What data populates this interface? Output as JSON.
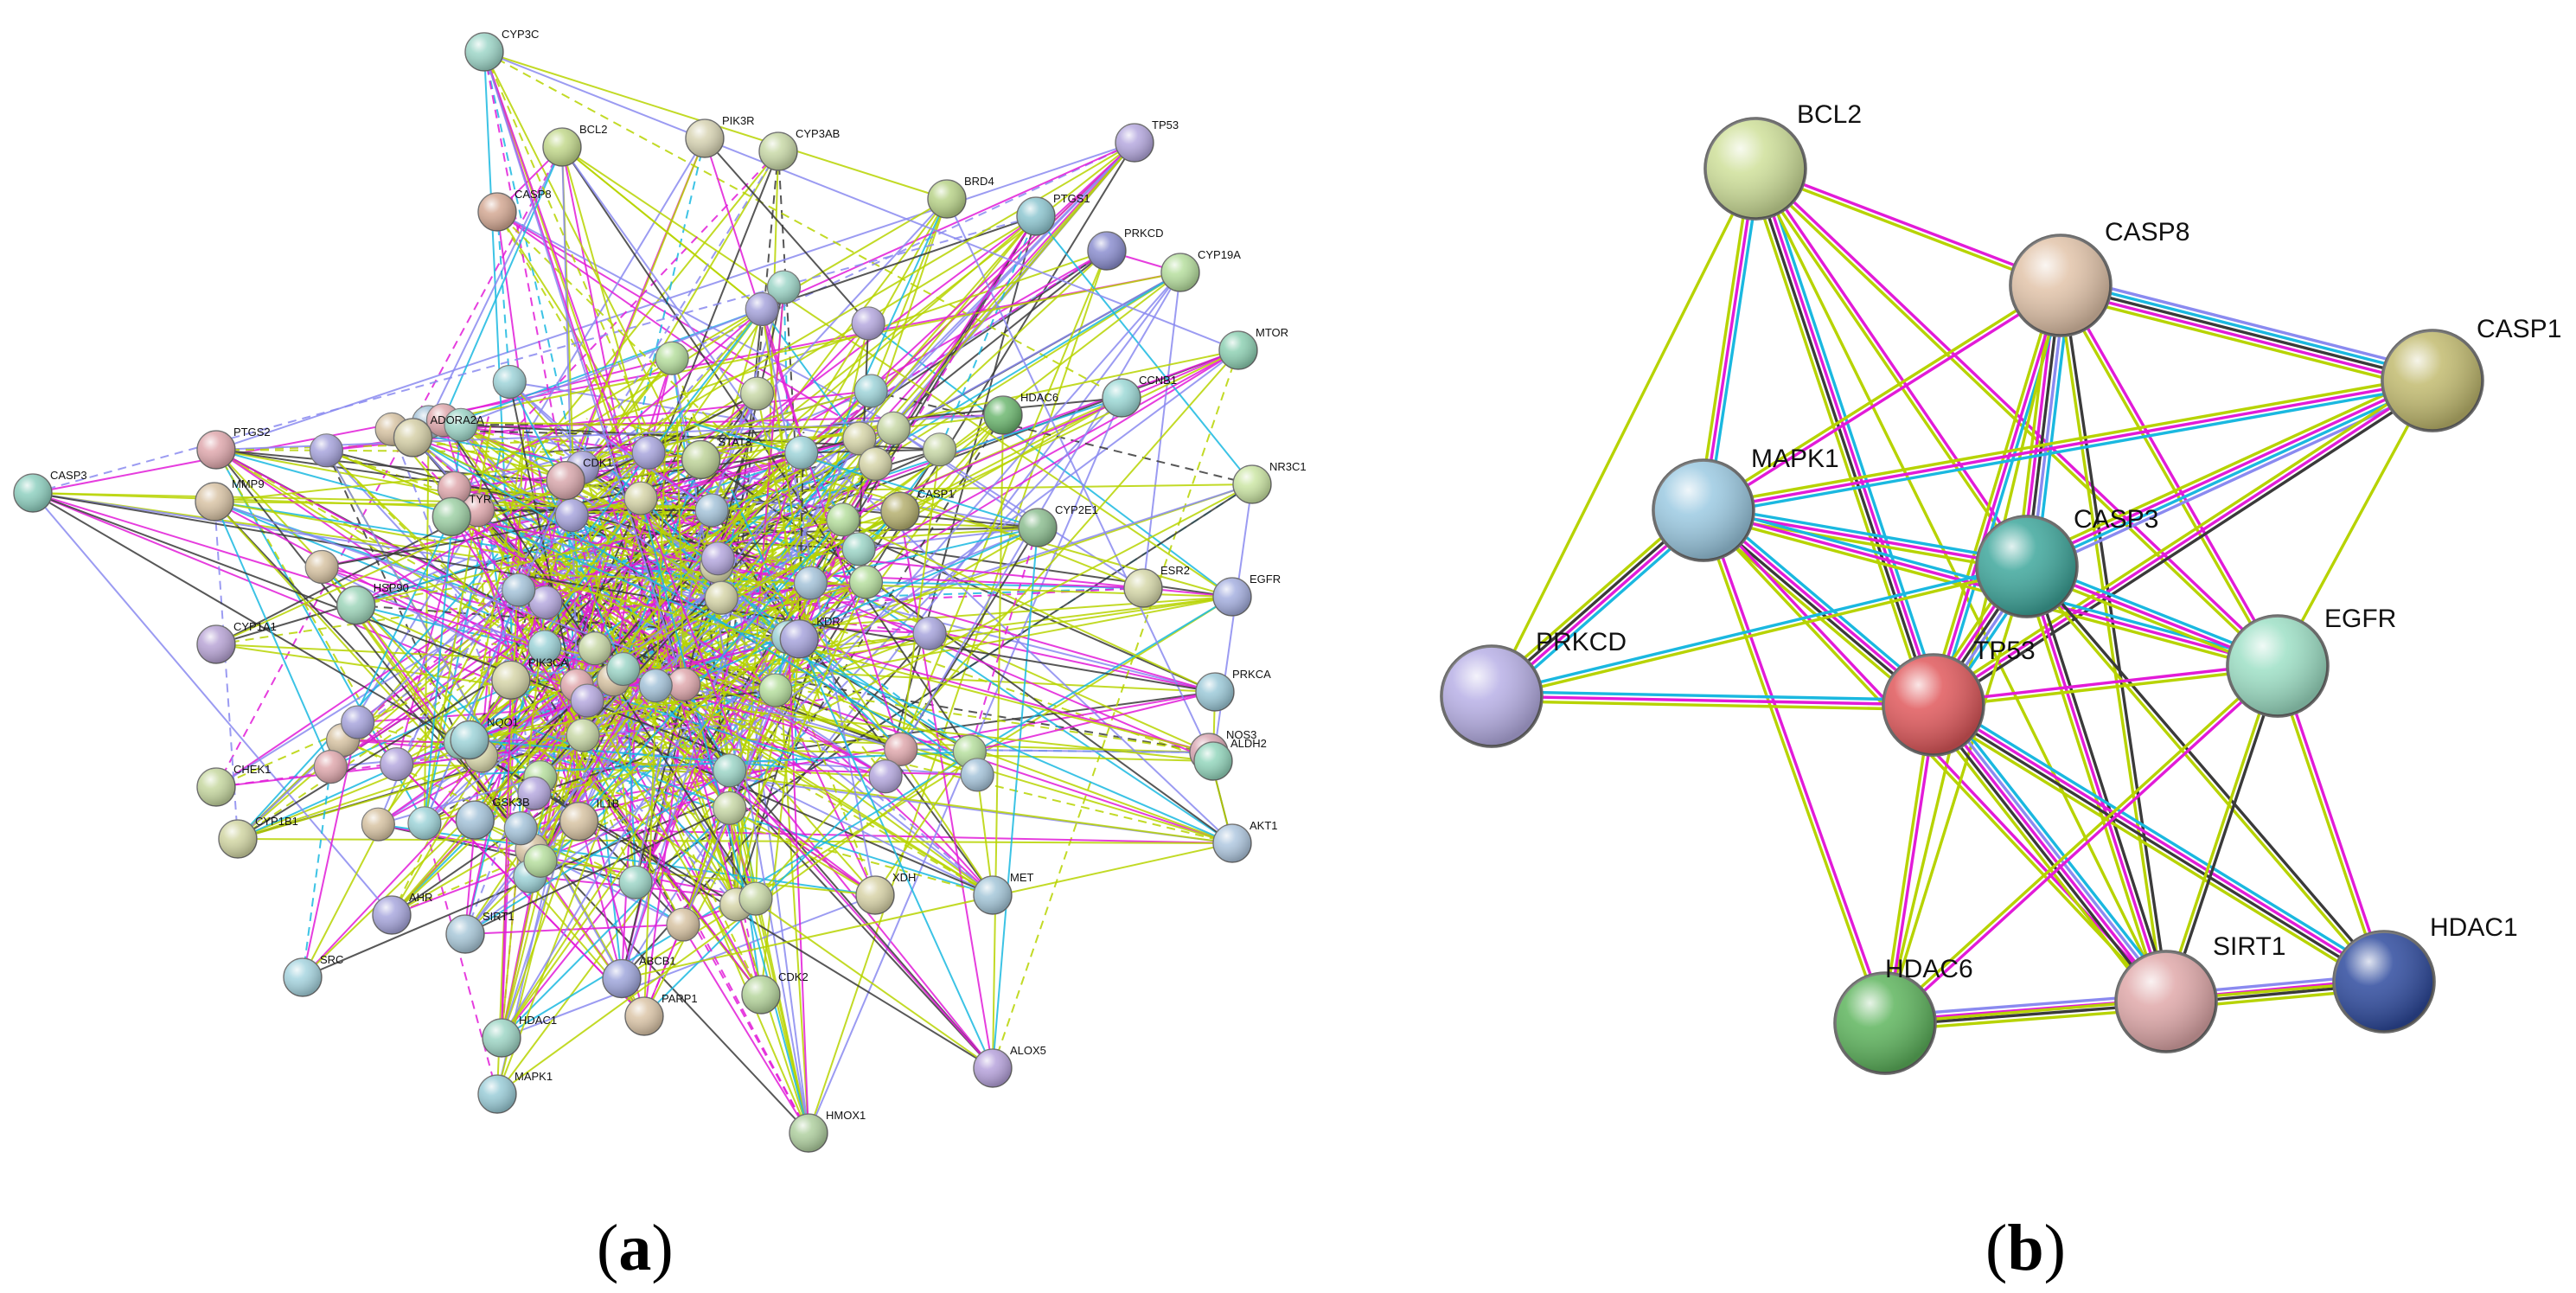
{
  "panel_a": {
    "caption": {
      "open": "(",
      "letter": "a",
      "close": ")"
    },
    "nodes": [
      {
        "label": "CYP3C",
        "color": "#9ed6c8"
      },
      {
        "label": "PIK3R",
        "color": "#d8d4b4"
      },
      {
        "label": "CYP3AB",
        "color": "#c9d9a8"
      },
      {
        "label": "TP53",
        "color": "#b6a9df"
      },
      {
        "label": "BRD4",
        "color": "#b9d38a"
      },
      {
        "label": "PTGS1",
        "color": "#8fc7d1"
      },
      {
        "label": "CYP19A",
        "color": "#b7df9f"
      },
      {
        "label": "MTOR",
        "color": "#8fd1b4"
      },
      {
        "label": "NR3C1",
        "color": "#cce6a5"
      },
      {
        "label": "CCNB1",
        "color": "#9dd9d6"
      },
      {
        "label": "ESR2",
        "color": "#d6d8aa"
      },
      {
        "label": "EGFR",
        "color": "#a6b0e0"
      },
      {
        "label": "PRKCA",
        "color": "#9dcad9"
      },
      {
        "label": "NOS3",
        "color": "#d9a6b2"
      },
      {
        "label": "AKT1",
        "color": "#b0c8e0"
      },
      {
        "label": "ALDH2",
        "color": "#94d6bd"
      },
      {
        "label": "ALOX5",
        "color": "#b7a3dc"
      },
      {
        "label": "HMOX1",
        "color": "#b0d0a0"
      },
      {
        "label": "MAPK1",
        "color": "#9bcdd8"
      },
      {
        "label": "PTGS2",
        "color": "#e0a9ae"
      },
      {
        "label": "CASP3",
        "color": "#8fd0c0"
      },
      {
        "label": "MMP9",
        "color": "#d9c4a6"
      },
      {
        "label": "CHEK1",
        "color": "#c7d8a1"
      },
      {
        "label": "AHR",
        "color": "#a9a8de"
      },
      {
        "label": "SIRT1",
        "color": "#a9c8d9"
      },
      {
        "label": "HDAC1",
        "color": "#9fd6c6"
      },
      {
        "label": "PARP1",
        "color": "#dcc6a9"
      },
      {
        "label": "CDK2",
        "color": "#b7d69e"
      },
      {
        "label": "MET",
        "color": "#a5c7d9"
      },
      {
        "label": "XDH",
        "color": "#d8d3a8"
      },
      {
        "label": "CYP1A1",
        "color": "#b9a5d6"
      },
      {
        "label": "CYP1B1",
        "color": "#d2d6a4"
      },
      {
        "label": "SRC",
        "color": "#a7d5e0"
      },
      {
        "label": "CYP2E1",
        "color": "#8ebf92"
      },
      {
        "label": "HDAC6",
        "color": "#6eb871"
      },
      {
        "label": "PRKCD",
        "color": "#8c8fd0"
      },
      {
        "label": "CASP8",
        "color": "#d4a994"
      },
      {
        "label": "BCL2",
        "color": "#c3d98d"
      },
      {
        "label": "CASP1",
        "color": "#b5b070"
      },
      {
        "label": "TYR",
        "color": "#9fd1a6"
      },
      {
        "label": "ADORA2A",
        "color": "#d6d0a8"
      },
      {
        "label": "ABCB1",
        "color": "#a0a7dc"
      },
      {
        "label": "NQO1",
        "color": "#9fd4d9"
      },
      {
        "label": "IL1B",
        "color": "#d8c4a4"
      },
      {
        "label": "STAT3",
        "color": "#bfd49a"
      },
      {
        "label": "GSK3B",
        "color": "#a6c4da"
      },
      {
        "label": "PIK3CA",
        "color": "#d7d6aa"
      },
      {
        "label": "KDR",
        "color": "#a8a5dd"
      },
      {
        "label": "HSP90",
        "color": "#9fd6bb"
      },
      {
        "label": "CDK1",
        "color": "#d9a8ad"
      }
    ]
  },
  "panel_b": {
    "caption": {
      "open": "(",
      "letter": "b",
      "close": ")"
    },
    "nodes": [
      {
        "id": "BCL2",
        "label": "BCL2",
        "color": "#cfe09a"
      },
      {
        "id": "CASP8",
        "label": "CASP8",
        "color": "#e2c4aa"
      },
      {
        "id": "CASP1",
        "label": "CASP1",
        "color": "#c2bb70"
      },
      {
        "id": "MAPK1",
        "label": "MAPK1",
        "color": "#9ccae2"
      },
      {
        "id": "CASP3",
        "label": "CASP3",
        "color": "#3fa79c"
      },
      {
        "id": "PRKCD",
        "label": "PRKCD",
        "color": "#b8b0e6"
      },
      {
        "id": "TP53",
        "label": "TP53",
        "color": "#e0595c"
      },
      {
        "id": "EGFR",
        "label": "EGFR",
        "color": "#9ee0c6"
      },
      {
        "id": "HDAC6",
        "label": "HDAC6",
        "color": "#5fb55e"
      },
      {
        "id": "SIRT1",
        "label": "SIRT1",
        "color": "#e0a9aa"
      },
      {
        "id": "HDAC1",
        "label": "HDAC1",
        "color": "#2f4b9e"
      }
    ],
    "edges": [
      {
        "a": "BCL2",
        "b": "CASP8",
        "c": [
          "magenta",
          "lime"
        ]
      },
      {
        "a": "BCL2",
        "b": "MAPK1",
        "c": [
          "cyan",
          "magenta",
          "lime"
        ]
      },
      {
        "a": "BCL2",
        "b": "CASP3",
        "c": [
          "magenta",
          "lime"
        ]
      },
      {
        "a": "BCL2",
        "b": "TP53",
        "c": [
          "cyan",
          "magenta",
          "dark",
          "lime"
        ]
      },
      {
        "a": "BCL2",
        "b": "EGFR",
        "c": [
          "magenta",
          "lime"
        ]
      },
      {
        "a": "BCL2",
        "b": "PRKCD",
        "c": [
          "lime"
        ]
      },
      {
        "a": "BCL2",
        "b": "SIRT1",
        "c": [
          "lime"
        ]
      },
      {
        "a": "CASP8",
        "b": "CASP1",
        "c": [
          "violet",
          "cyan",
          "dark",
          "magenta",
          "lime"
        ]
      },
      {
        "a": "CASP8",
        "b": "MAPK1",
        "c": [
          "magenta",
          "lime"
        ]
      },
      {
        "a": "CASP8",
        "b": "CASP3",
        "c": [
          "cyan",
          "violet",
          "dark",
          "magenta",
          "lime"
        ]
      },
      {
        "a": "CASP8",
        "b": "TP53",
        "c": [
          "cyan",
          "magenta",
          "lime"
        ]
      },
      {
        "a": "CASP8",
        "b": "EGFR",
        "c": [
          "magenta",
          "lime"
        ]
      },
      {
        "a": "CASP8",
        "b": "SIRT1",
        "c": [
          "dark",
          "lime"
        ]
      },
      {
        "a": "CASP8",
        "b": "HDAC6",
        "c": [
          "lime"
        ]
      },
      {
        "a": "CASP1",
        "b": "CASP3",
        "c": [
          "violet",
          "cyan",
          "magenta",
          "lime"
        ]
      },
      {
        "a": "CASP1",
        "b": "TP53",
        "c": [
          "dark",
          "magenta",
          "lime"
        ]
      },
      {
        "a": "CASP1",
        "b": "EGFR",
        "c": [
          "lime"
        ]
      },
      {
        "a": "CASP1",
        "b": "MAPK1",
        "c": [
          "cyan",
          "magenta",
          "lime"
        ]
      },
      {
        "a": "MAPK1",
        "b": "PRKCD",
        "c": [
          "cyan",
          "magenta",
          "dark",
          "lime"
        ]
      },
      {
        "a": "MAPK1",
        "b": "TP53",
        "c": [
          "cyan",
          "magenta",
          "dark",
          "lime"
        ]
      },
      {
        "a": "MAPK1",
        "b": "CASP3",
        "c": [
          "cyan",
          "magenta",
          "lime"
        ]
      },
      {
        "a": "MAPK1",
        "b": "EGFR",
        "c": [
          "cyan",
          "magenta",
          "lime"
        ]
      },
      {
        "a": "MAPK1",
        "b": "HDAC6",
        "c": [
          "magenta",
          "lime"
        ]
      },
      {
        "a": "MAPK1",
        "b": "SIRT1",
        "c": [
          "magenta",
          "lime"
        ]
      },
      {
        "a": "PRKCD",
        "b": "TP53",
        "c": [
          "cyan",
          "magenta",
          "lime"
        ]
      },
      {
        "a": "PRKCD",
        "b": "CASP3",
        "c": [
          "cyan",
          "lime"
        ]
      },
      {
        "a": "CASP3",
        "b": "TP53",
        "c": [
          "cyan",
          "violet",
          "dark",
          "magenta",
          "lime"
        ]
      },
      {
        "a": "CASP3",
        "b": "EGFR",
        "c": [
          "cyan",
          "magenta",
          "lime"
        ]
      },
      {
        "a": "CASP3",
        "b": "SIRT1",
        "c": [
          "dark",
          "magenta",
          "lime"
        ]
      },
      {
        "a": "CASP3",
        "b": "HDAC1",
        "c": [
          "dark",
          "lime"
        ]
      },
      {
        "a": "CASP3",
        "b": "HDAC6",
        "c": [
          "lime"
        ]
      },
      {
        "a": "TP53",
        "b": "EGFR",
        "c": [
          "magenta",
          "lime"
        ]
      },
      {
        "a": "TP53",
        "b": "SIRT1",
        "c": [
          "cyan",
          "violet",
          "magenta",
          "dark",
          "lime"
        ]
      },
      {
        "a": "TP53",
        "b": "HDAC1",
        "c": [
          "cyan",
          "magenta",
          "dark",
          "lime"
        ]
      },
      {
        "a": "TP53",
        "b": "HDAC6",
        "c": [
          "magenta",
          "lime"
        ]
      },
      {
        "a": "EGFR",
        "b": "HDAC6",
        "c": [
          "magenta",
          "lime"
        ]
      },
      {
        "a": "EGFR",
        "b": "SIRT1",
        "c": [
          "dark",
          "lime"
        ]
      },
      {
        "a": "EGFR",
        "b": "HDAC1",
        "c": [
          "magenta",
          "lime"
        ]
      },
      {
        "a": "SIRT1",
        "b": "HDAC1",
        "c": [
          "violet",
          "magenta",
          "dark",
          "lime"
        ]
      },
      {
        "a": "HDAC6",
        "b": "SIRT1",
        "c": [
          "violet",
          "magenta",
          "dark",
          "lime"
        ]
      },
      {
        "a": "HDAC6",
        "b": "HDAC1",
        "c": [
          "lime"
        ]
      }
    ]
  },
  "edge_colors": {
    "lime": "#b7d300",
    "magenta": "#e21bd8",
    "cyan": "#1ab8e0",
    "dark": "#3a3a3a",
    "violet": "#8a8af0"
  }
}
